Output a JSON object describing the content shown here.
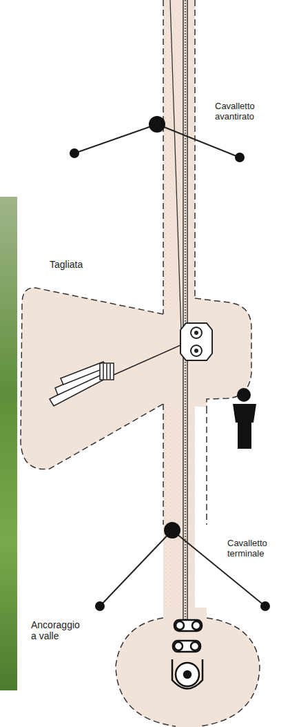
{
  "diagram": {
    "nodes": [
      {
        "text": [
          "Tagliata"
        ]
      },
      {
        "text": [
          "Ancoraggio a valle"
        ]
      }
    ],
    "labels": [
      "Cavalletto avantirato",
      "Cavalletto terminale"
    ]
  }
}
